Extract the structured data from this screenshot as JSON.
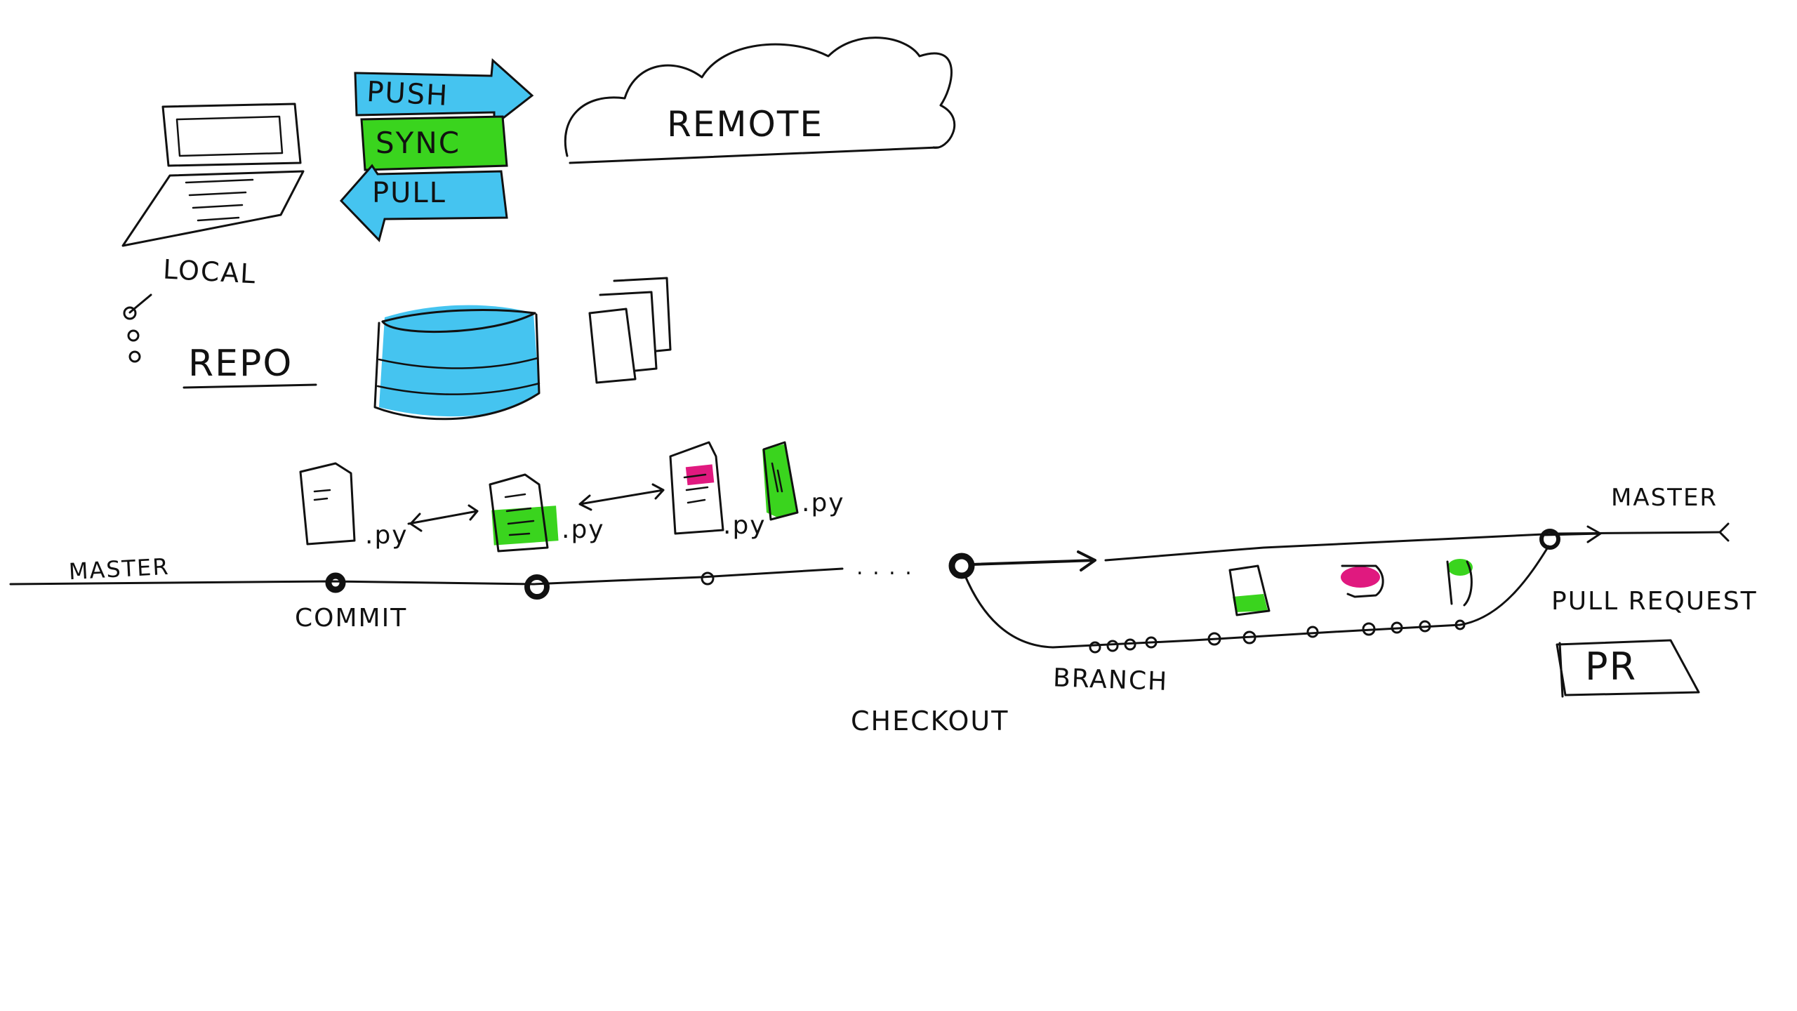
{
  "colors": {
    "ink": "#111111",
    "blue": "#45c4f0",
    "green": "#3ad41e",
    "magenta": "#e0197f",
    "background": "#ffffff"
  },
  "labels": {
    "push": "PUSH",
    "sync": "SYNC",
    "pull": "PULL",
    "remote": "REMOTE",
    "local": "LOCAL",
    "repo": "REPO",
    "master_left": "MASTER",
    "master_right": "MASTER",
    "commit": "COMMIT",
    "py1": ".py",
    "py2": ".py",
    "py3": ".py",
    "py4": ".py",
    "dots": ". . . .",
    "branch": "BRANCH",
    "checkout": "CHECKOUT",
    "pull_request": "PULL REQUEST",
    "pr": "PR"
  },
  "icons": {
    "laptop": "laptop-icon",
    "cloud": "cloud-icon",
    "database": "database-icon",
    "files": "file-stack-icon",
    "document": "document-icon"
  }
}
